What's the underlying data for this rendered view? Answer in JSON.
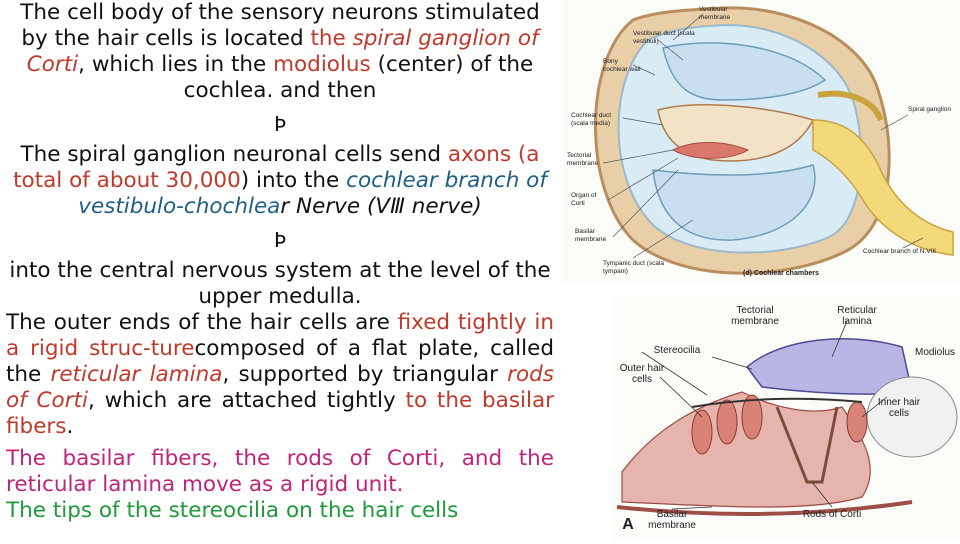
{
  "slide": {
    "p1": {
      "a": "The cell body of the sensory neurons stimulated by the hair cells is located ",
      "b": "the ",
      "c": "spiral ganglion of Corti",
      "d": ", which lies in the ",
      "e": "modiolus",
      "f": " (center) of the cochlea. and then"
    },
    "arrow": "Þ",
    "p2": {
      "a": "The spiral ganglion neuronal cells send ",
      "b": "axons (a total of about 30,000",
      "c": ") into the ",
      "d": "cochlear branch of vestibulo-chochlea",
      "e": "r Nerve (VⅢ nerve)"
    },
    "p3": "into the central nervous system at the level of the upper medulla.",
    "p4": {
      "a": "The outer ends of the hair cells are ",
      "b": "fixed tightly in a rigid struc-ture",
      "c": "composed of a flat plate, called the ",
      "d": "reticular lamina",
      "e": ", supported by triangular ",
      "f": "rods of Corti",
      "g": ", which are attached tightly ",
      "h": "to the basilar fibers",
      "i": "."
    },
    "p5": "The basilar fibers, the rods of Corti, and the reticular lamina move as a rigid unit.",
    "p6": "The tips of the stereocilia on the hair cells"
  },
  "figure_top": {
    "labels": {
      "vestibular_membrane": "Vestibular membrane",
      "vestibular_duct": "Vestibular duct (scala vestibuli)",
      "bony_cochlear_wall": "Bony cochlear wall",
      "cochlear_duct": "Cochlear duct (scala media)",
      "spiral_ganglion": "Spiral ganglion",
      "tectorial_membrane": "Tectorial membrane",
      "organ_of_corti": "Organ of Corti",
      "basilar_membrane": "Basilar membrane",
      "tympanic_duct": "Tympanic duct (scala tympani)",
      "cochlear_branch": "Cochlear branch of N.VIII",
      "caption": "(d) Cochlear chambers"
    }
  },
  "figure_bottom": {
    "labels": {
      "tectorial_membrane": "Tectorial membrane",
      "reticular_lamina": "Reticular lamina",
      "stereocilia": "Stereocilia",
      "modiolus": "Modiolus",
      "outer_hair_cells": "Outer hair cells",
      "inner_hair_cells": "Inner hair cells",
      "basilar_membrane": "Basilar membrane",
      "rods_of_corti": "Rods of Corti",
      "panel": "A"
    }
  },
  "colors": {
    "red": "#c0392b",
    "blue": "#1f5f86",
    "pink": "#c0237a",
    "green": "#1e9a3a"
  }
}
